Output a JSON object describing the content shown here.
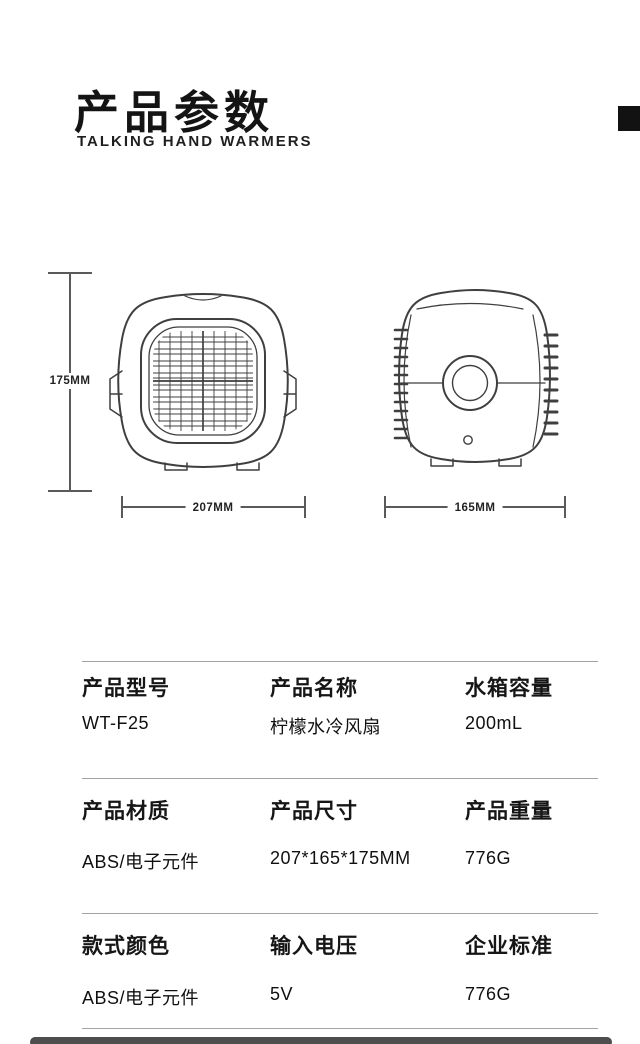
{
  "header": {
    "title": "产品参数",
    "subtitle": "TALKING HAND WARMERS"
  },
  "diagram": {
    "height_label": "175MM",
    "width_label": "207MM",
    "depth_label": "165MM"
  },
  "spec_table": {
    "rows": [
      {
        "cells": [
          {
            "label": "产品型号",
            "value": "WT-F25"
          },
          {
            "label": "产品名称",
            "value": "柠檬水冷风扇"
          },
          {
            "label": "水箱容量",
            "value": "200mL"
          }
        ]
      },
      {
        "cells": [
          {
            "label": "产品材质",
            "value": "ABS/电子元件"
          },
          {
            "label": "产品尺寸",
            "value": "207*165*175MM"
          },
          {
            "label": "产品重量",
            "value": "776G"
          }
        ]
      },
      {
        "cells": [
          {
            "label": "款式颜色",
            "value": "ABS/电子元件"
          },
          {
            "label": "输入电压",
            "value": "5V"
          },
          {
            "label": "企业标准",
            "value": "776G"
          }
        ]
      }
    ]
  },
  "colors": {
    "text": "#141414",
    "separator_line": "#a3a3a3",
    "drawing_stroke": "#3f3f3f",
    "accent_bar": "#121212",
    "footer_bar": "#4e4e4e"
  }
}
